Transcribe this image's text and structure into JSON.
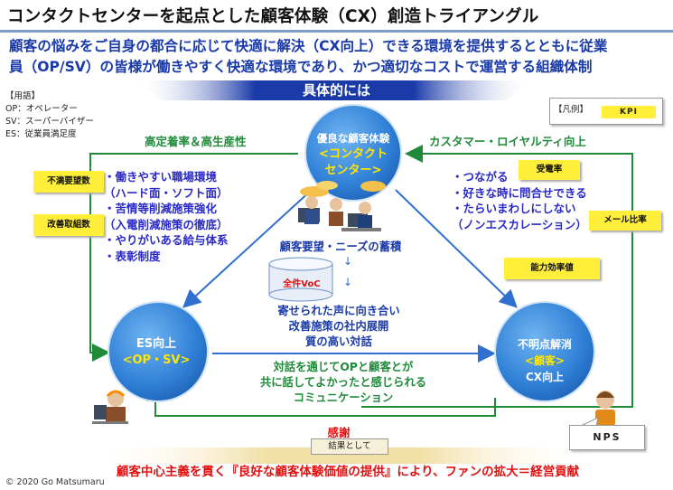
{
  "title": "コンタクトセンターを起点とした顧客体験（CX）創造トライアングル",
  "intro": {
    "line1": "顧客の悩みをご自身の都合に応じて快適に解決（CX向上）できる環境を提供するとともに従業",
    "line2": "員（OP/SV）の皆様が働きやすく快適な環境であり、かつ適切なコストで運営する組織体制"
  },
  "banner": "具体的には",
  "glossary": {
    "heading": "【用語】",
    "items": [
      "OP：オペレーター",
      "SV：スーパーバイザー",
      "ES：従業員満足度"
    ]
  },
  "legend": {
    "label": "【凡例】",
    "kpi": "KPI"
  },
  "headings": {
    "left": "高定着率＆高生産性",
    "right": "カスタマー・ロイヤルティ向上"
  },
  "nodes": {
    "top": {
      "line1": "優良な顧客体験",
      "line2": "<コンタクト",
      "line3": "センター>"
    },
    "es": {
      "line1": "ES向上",
      "line2": "<OP・SV>"
    },
    "cx": {
      "line1": "不明点解消",
      "line2": "<顧客>",
      "line3": "CX向上"
    }
  },
  "left_list": [
    "・働きやすい職場環境",
    "（ハード面・ソフト面）",
    "・苦情等削減施策強化",
    "（入電削減施策の徹底）",
    "・やりがいある給与体系",
    "・表彰制度"
  ],
  "right_list": [
    "・つながる",
    "・好きな時に問合せできる",
    "・たらいまわしにしない",
    "（ノンエスカレーション）"
  ],
  "kpis": {
    "fuman": "不満要望数",
    "kaizen": "改善取組数",
    "jyuden": "受電率",
    "mail": "メール比率",
    "noryoku": "能力効率値"
  },
  "center": {
    "accum": "顧客要望・ニーズの蓄積",
    "voc": "全件VoC",
    "arrow": "↓",
    "voice": [
      "寄せられた声に向き合い",
      "改善施策の社内展開",
      "質の高い対話"
    ],
    "dialogue": [
      "対話を通じてOPと顧客とが",
      "共に話してよかったと感じられる",
      "コミュニケーション"
    ]
  },
  "thanks": "感謝",
  "result": "結果として",
  "nps": "NPS",
  "bottom": "顧客中心主義を貫く『良好な顧客体験価値の提供』により、ファンの拡大＝経営貢献",
  "copyright": "© 2020 Go Matsumaru",
  "colors": {
    "node_blue": "#2f7fd6",
    "kpi_yellow": "#ffef3a",
    "heading_green": "#1f8a3a",
    "list_blue": "#2a2ac8",
    "accent_red": "#e01010",
    "banner_navy": "#1a3aa8"
  }
}
